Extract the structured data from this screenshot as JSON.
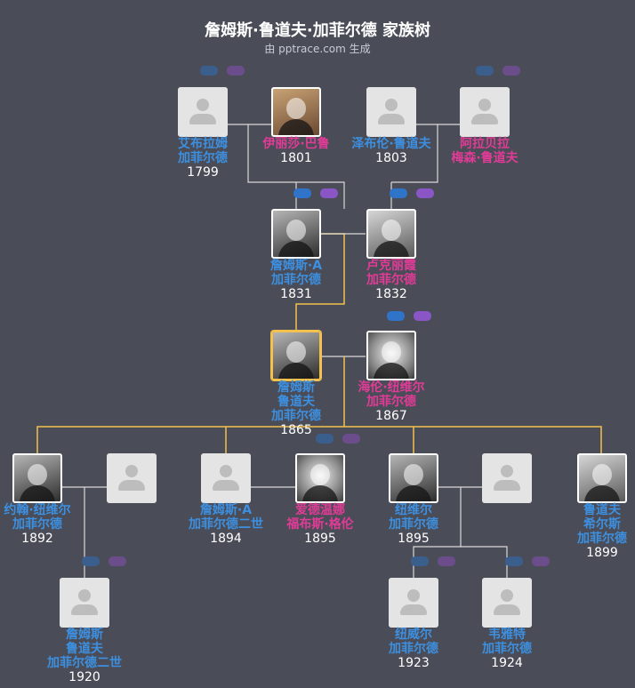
{
  "header": {
    "title": "詹姆斯·鲁道夫·加菲尔德 家族树",
    "subtitle": "由 pptrace.com 生成"
  },
  "people": [
    {
      "id": "p1",
      "name_lines": [
        "艾布拉姆",
        "加菲尔德"
      ],
      "year": "1799",
      "gender": "m",
      "photo": "empty"
    },
    {
      "id": "p2",
      "name_lines": [
        "伊丽莎·巴鲁"
      ],
      "year": "1801",
      "gender": "f",
      "photo": "portrait"
    },
    {
      "id": "p3",
      "name_lines": [
        "泽布伦·鲁道夫"
      ],
      "year": "1803",
      "gender": "m",
      "photo": "empty"
    },
    {
      "id": "p4",
      "name_lines": [
        "阿拉贝拉",
        "梅森·鲁道夫"
      ],
      "year": "",
      "gender": "f",
      "photo": "empty"
    },
    {
      "id": "p5",
      "name_lines": [
        "詹姆斯·A",
        "加菲尔德"
      ],
      "year": "1831",
      "gender": "m",
      "photo": "portrait"
    },
    {
      "id": "p6",
      "name_lines": [
        "卢克丽霞",
        "加菲尔德"
      ],
      "year": "1832",
      "gender": "f",
      "photo": "portrait"
    },
    {
      "id": "p7",
      "name_lines": [
        "詹姆斯",
        "鲁道夫",
        "加菲尔德"
      ],
      "year": "1865",
      "gender": "m",
      "photo": "portrait",
      "focus": true
    },
    {
      "id": "p8",
      "name_lines": [
        "海伦·纽维尔",
        "加菲尔德"
      ],
      "year": "1867",
      "gender": "f",
      "photo": "portrait"
    },
    {
      "id": "p9",
      "name_lines": [
        "约翰·纽维尔",
        "加菲尔德"
      ],
      "year": "1892",
      "gender": "m",
      "photo": "portrait"
    },
    {
      "id": "p10",
      "name_lines": [],
      "year": "",
      "gender": "f",
      "photo": "empty"
    },
    {
      "id": "p11",
      "name_lines": [
        "詹姆斯·A",
        "加菲尔德二世"
      ],
      "year": "1894",
      "gender": "m",
      "photo": "empty"
    },
    {
      "id": "p12",
      "name_lines": [
        "爱德温娜",
        "福布斯·格伦"
      ],
      "year": "1895",
      "gender": "f",
      "photo": "portrait"
    },
    {
      "id": "p13",
      "name_lines": [
        "纽维尔",
        "加菲尔德"
      ],
      "year": "1895",
      "gender": "m",
      "photo": "portrait"
    },
    {
      "id": "p14",
      "name_lines": [],
      "year": "",
      "gender": "f",
      "photo": "empty"
    },
    {
      "id": "p15",
      "name_lines": [
        "鲁道夫",
        "希尔斯",
        "加菲尔德"
      ],
      "year": "1899",
      "gender": "m",
      "photo": "portrait"
    },
    {
      "id": "p16",
      "name_lines": [
        "詹姆斯",
        "鲁道夫",
        "加菲尔德二世"
      ],
      "year": "1920",
      "gender": "m",
      "photo": "empty"
    },
    {
      "id": "p17",
      "name_lines": [
        "纽威尔",
        "加菲尔德"
      ],
      "year": "1923",
      "gender": "m",
      "photo": "empty"
    },
    {
      "id": "p18",
      "name_lines": [
        "韦雅特",
        "加菲尔德"
      ],
      "year": "1924",
      "gender": "m",
      "photo": "empty"
    }
  ],
  "colors": {
    "background": "#4a4d57",
    "male": "#3d8fe0",
    "female": "#e03b96",
    "focus_line": "#f2c14e",
    "line": "#d9d9d9"
  }
}
